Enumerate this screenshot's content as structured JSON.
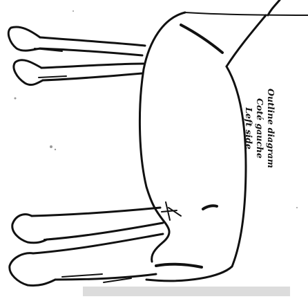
{
  "caption": {
    "line1": "Outline diagram",
    "line2": "Coté gauche",
    "line3": "Left side"
  },
  "colors": {
    "ink": "#111111",
    "paper": "#ffffff",
    "speckle": "#9a9a9a"
  }
}
